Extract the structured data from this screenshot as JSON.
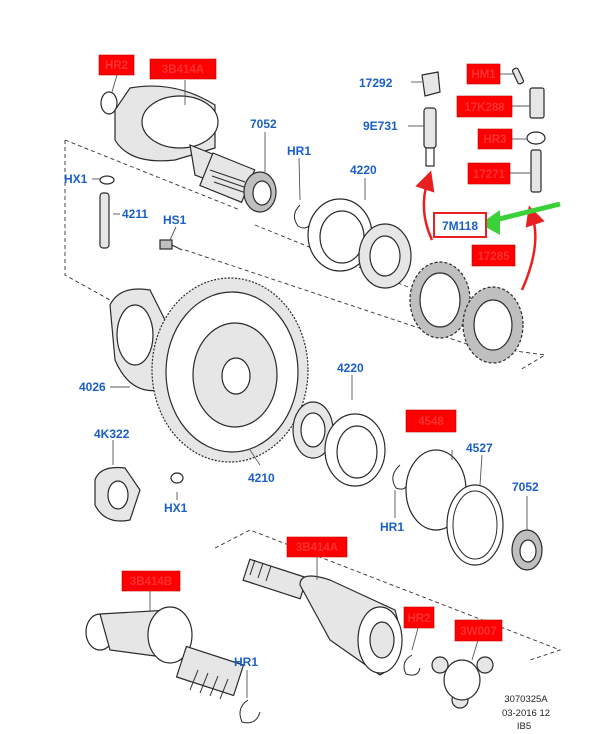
{
  "labels": {
    "hr2_top": "HR2",
    "p3b414a_top": "3B414A",
    "p17292": "17292",
    "hm1": "HM1",
    "p9e731": "9E731",
    "p17k288": "17K288",
    "p7052_top": "7052",
    "hr1_top": "HR1",
    "hr3": "HR3",
    "hx1_top": "HX1",
    "p17271": "17271",
    "p4220_top": "4220",
    "p4211": "4211",
    "p7m118": "7M118",
    "hs1": "HS1",
    "p17285": "17285",
    "p4026": "4026",
    "p4220_mid": "4220",
    "p4k322": "4K322",
    "p4548": "4548",
    "p4527": "4527",
    "p4210": "4210",
    "p7052_mid": "7052",
    "hx1_bottom": "HX1",
    "hr1_mid": "HR1",
    "p3b414a_bottom": "3B414A",
    "p3b414b": "3B414B",
    "hr2_bottom": "HR2",
    "p3w007": "3W007",
    "hr1_bottom": "HR1"
  },
  "footer": {
    "ref": "3070325A",
    "date": "03-2016 12",
    "code": "IB5"
  },
  "colors": {
    "label_blue": "#1a5fc8",
    "label_box_red": "#ff0000",
    "highlight_arrow_green": "#3ad13a",
    "highlight_arrow_red": "#e82020"
  }
}
